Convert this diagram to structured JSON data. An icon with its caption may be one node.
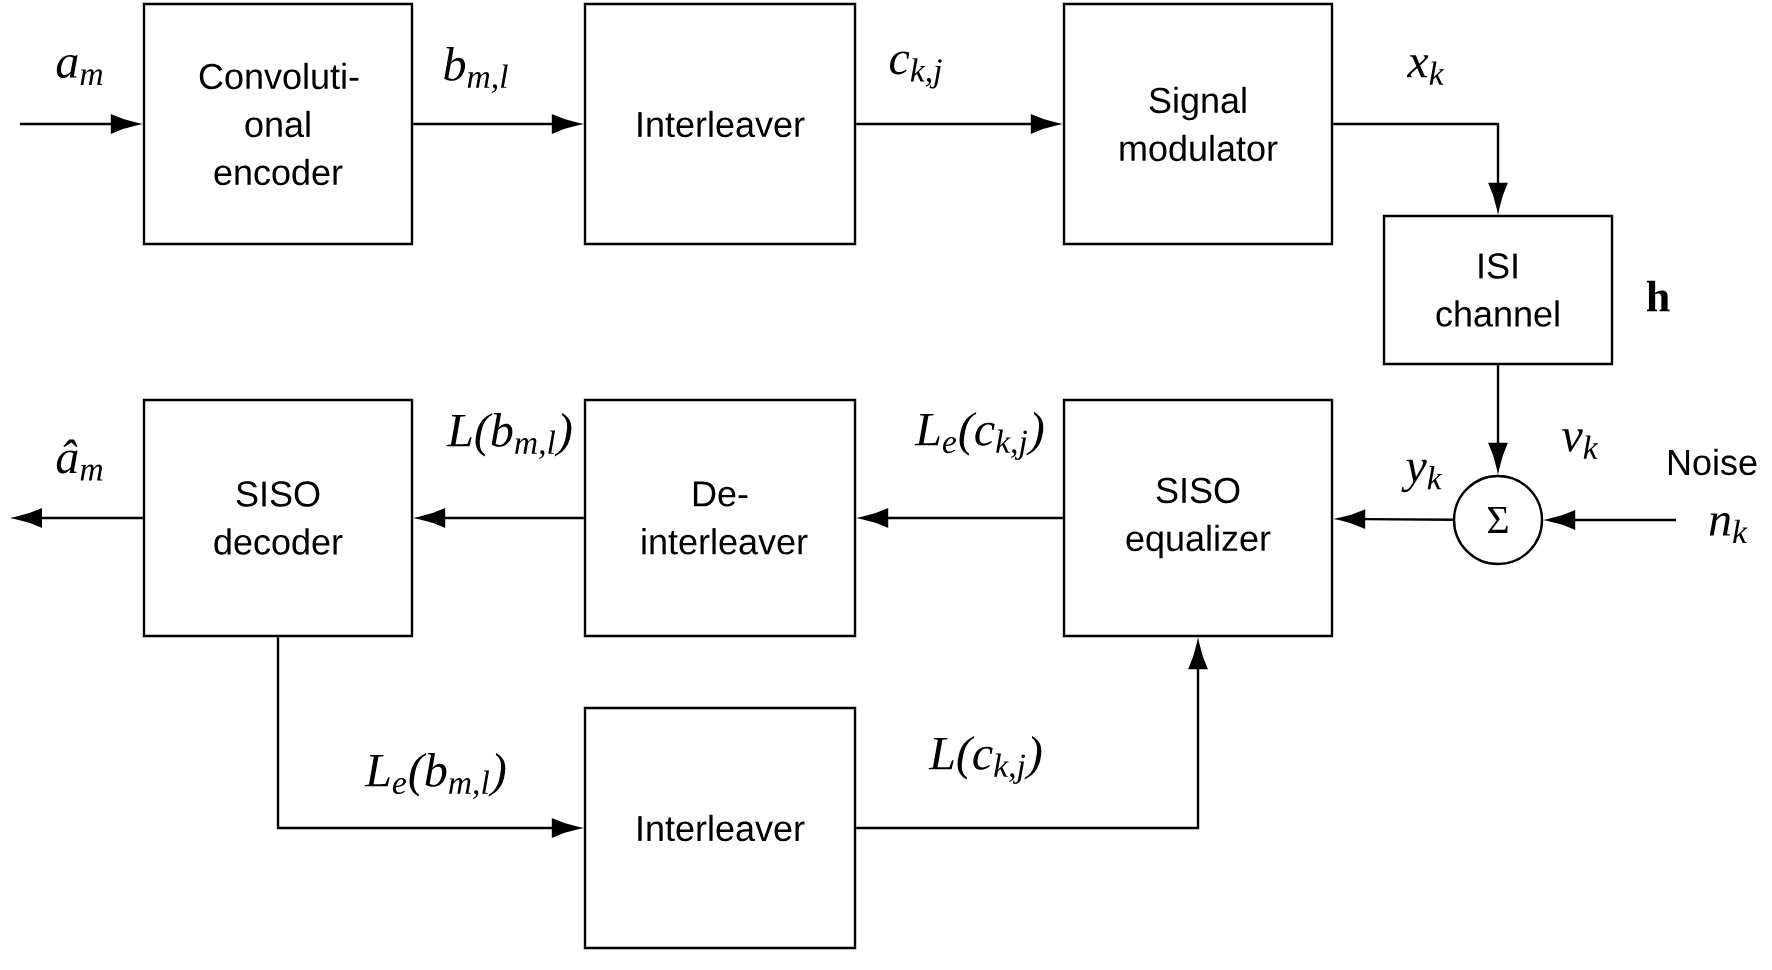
{
  "diagram": {
    "nodes": [
      {
        "text": [
          "Convoluti- onal encoder"
        ]
      },
      {
        "text": [
          "Interleaver"
        ]
      },
      {
        "text": [
          "Signal modulator"
        ]
      },
      {
        "text": [
          "ISI channel"
        ],
        "beside": [
          "h"
        ]
      },
      {
        "text": [
          "Σ"
        ]
      },
      {
        "text": [
          "SISO equalizer"
        ]
      },
      {
        "text": [
          "De- interleaver"
        ]
      },
      {
        "text": [
          "SISO decoder"
        ]
      },
      {
        "text": [
          "Interleaver"
        ]
      }
    ],
    "edges": [
      {
        "from": null,
        "to": 0,
        "arrow": "to",
        "label": "a$_{m}$"
      },
      {
        "from": 0,
        "to": 1,
        "arrow": "to",
        "label": "b$_{m,l}$"
      },
      {
        "from": 1,
        "to": 2,
        "arrow": "to",
        "label": "c$_{k,j}$"
      },
      {
        "from": 2,
        "to": 3,
        "arrow": "to",
        "label": "x$_{k}$"
      },
      {
        "from": 3,
        "to": 4,
        "arrow": "to",
        "label": "v$_{k}$"
      },
      {
        "from": null,
        "to": 4,
        "arrow": "to",
        "label": "n$_{k}$"
      },
      {
        "from": 4,
        "to": 5,
        "arrow": "to",
        "label": "y$_{k}$"
      },
      {
        "from": 5,
        "to": 6,
        "arrow": "to",
        "label": "L$_{e}$(c$_{k,j}$)"
      },
      {
        "from": 6,
        "to": 7,
        "arrow": "to",
        "label": "L(b$_{m,l}$)"
      },
      {
        "from": 7,
        "to": null,
        "arrow": "to",
        "label": "â$_{m}$"
      },
      {
        "from": 7,
        "to": 8,
        "arrow": "to",
        "label": "L$_{e}$(b$_{m,l}$)"
      },
      {
        "from": 8,
        "to": 5,
        "arrow": "to",
        "label": "L(c$_{k,j}$)"
      }
    ],
    "labels": [
      "Noise"
    ]
  }
}
